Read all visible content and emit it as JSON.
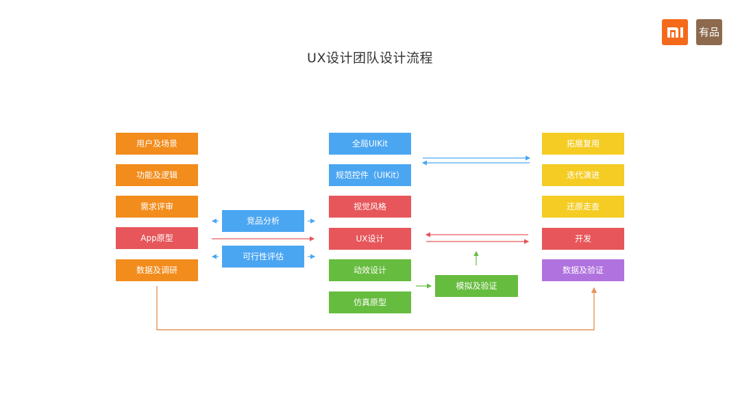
{
  "title": "UX设计团队设计流程",
  "logos": {
    "mi": "MI",
    "youpin": "有品"
  },
  "left_column": [
    {
      "label": "用户及场景",
      "color": "#f28c1c"
    },
    {
      "label": "功能及逻辑",
      "color": "#f28c1c"
    },
    {
      "label": "需求评审",
      "color": "#f28c1c"
    },
    {
      "label": "App原型",
      "color": "#e6565a"
    },
    {
      "label": "数据及调研",
      "color": "#f28c1c"
    }
  ],
  "analysis_column": [
    {
      "label": "竞品分析",
      "color": "#4ba6f2"
    },
    {
      "label": "可行性评估",
      "color": "#4ba6f2"
    }
  ],
  "center_column": [
    {
      "label": "全局UIKit",
      "color": "#4ba6f2"
    },
    {
      "label": "规范控件（UIKit）",
      "color": "#4ba6f2"
    },
    {
      "label": "视觉风格",
      "color": "#e6565a"
    },
    {
      "label": "UX设计",
      "color": "#e6565a"
    },
    {
      "label": "动效设计",
      "color": "#66bc3e"
    },
    {
      "label": "仿真原型",
      "color": "#66bc3e"
    }
  ],
  "validation_box": {
    "label": "模拟及验证",
    "color": "#66bc3e"
  },
  "right_column": [
    {
      "label": "拓展复用",
      "color": "#f5cc24"
    },
    {
      "label": "迭代演进",
      "color": "#f5cc24"
    },
    {
      "label": "还原走查",
      "color": "#f5cc24"
    },
    {
      "label": "开发",
      "color": "#e6565a"
    },
    {
      "label": "数据及验证",
      "color": "#b072de"
    }
  ]
}
